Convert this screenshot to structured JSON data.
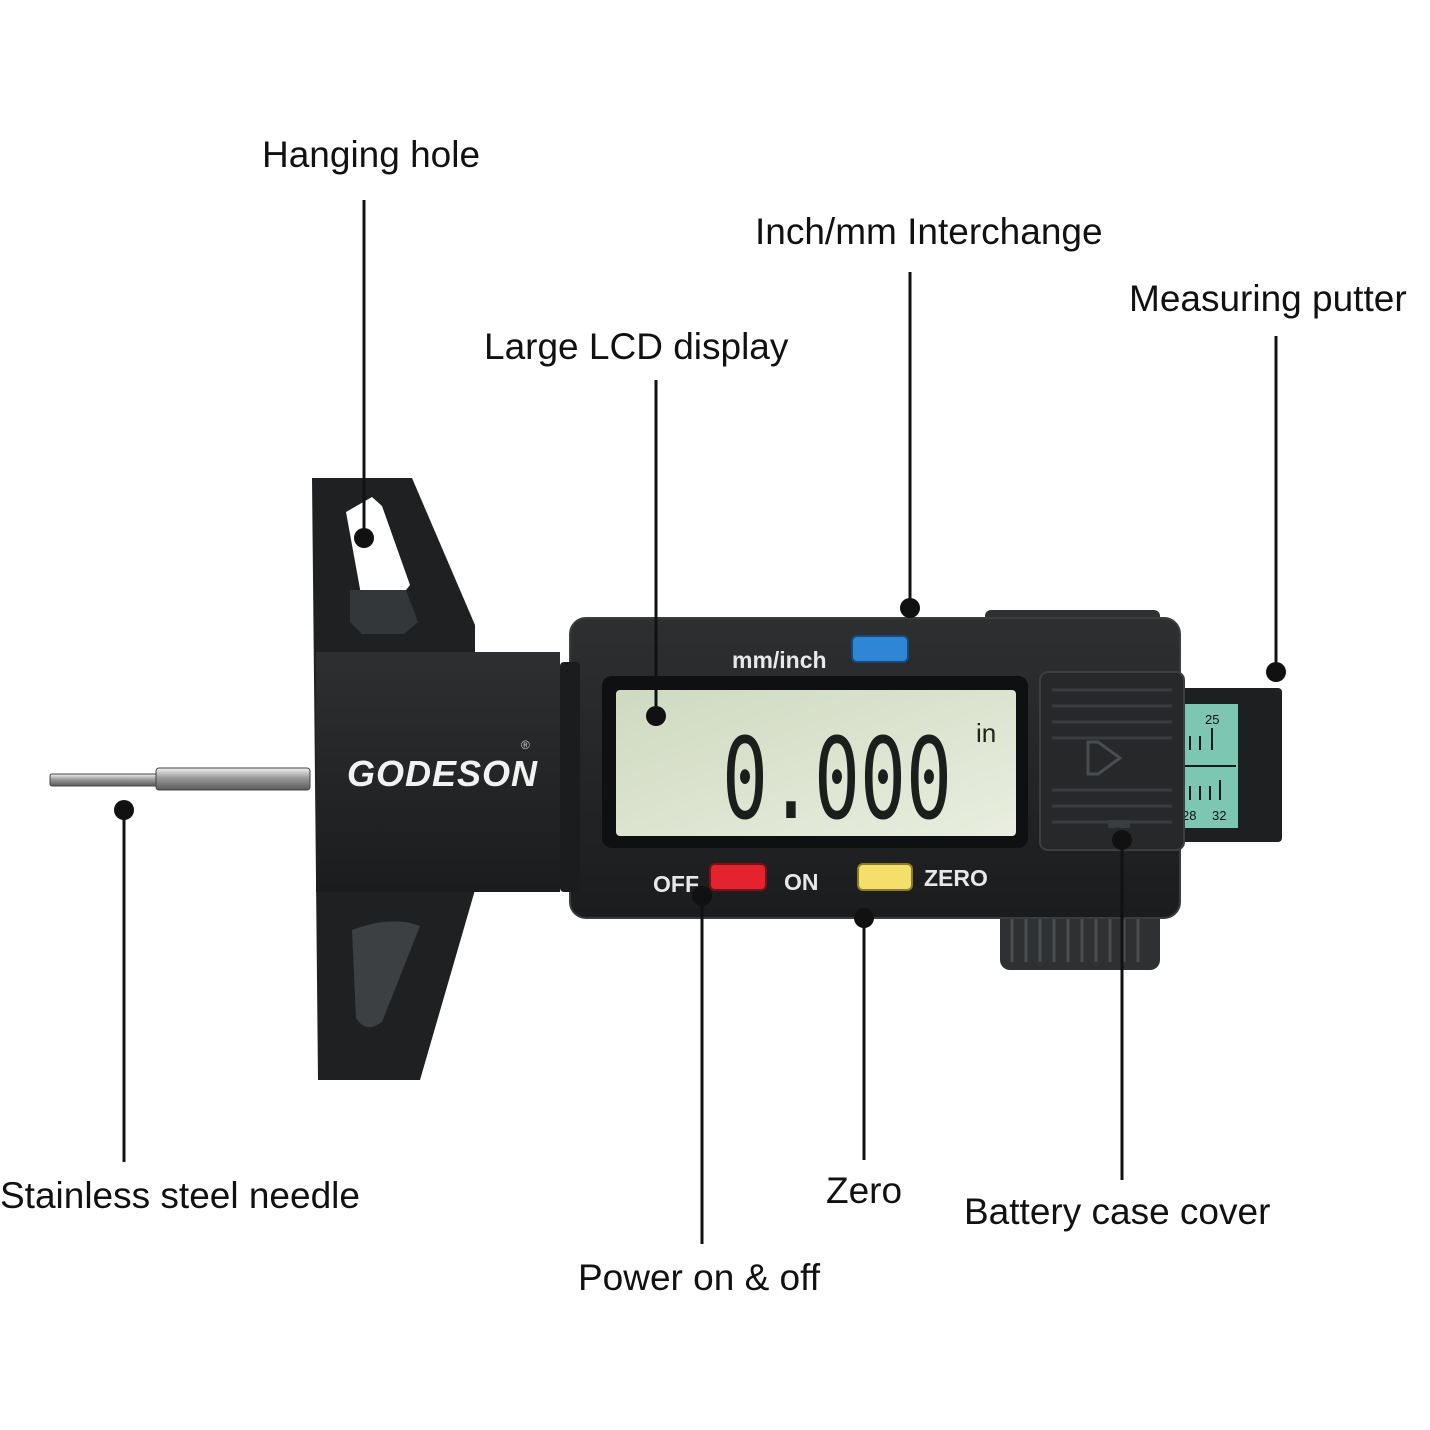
{
  "callouts": {
    "hanging_hole": "Hanging hole",
    "inch_mm": "Inch/mm Interchange",
    "measuring_putter": "Measuring putter",
    "lcd_display": "Large LCD display",
    "needle": "Stainless steel needle",
    "zero": "Zero",
    "battery": "Battery case cover",
    "power": "Power on & off"
  },
  "device": {
    "brand": "GODESON",
    "registered": "®",
    "mode_label": "mm/inch",
    "off_label": "OFF",
    "on_label": "ON",
    "zero_label": "ZERO",
    "reading": "0.000",
    "unit": "in",
    "scale_top": "25",
    "scale_left": "28",
    "scale_right": "32"
  },
  "colors": {
    "body": "#232526",
    "lcd": "#dde6cf",
    "mode_button": "#2f86d6",
    "power_button": "#e3232e",
    "zero_button": "#f3df6a",
    "scale_window": "#7cc6b2"
  }
}
